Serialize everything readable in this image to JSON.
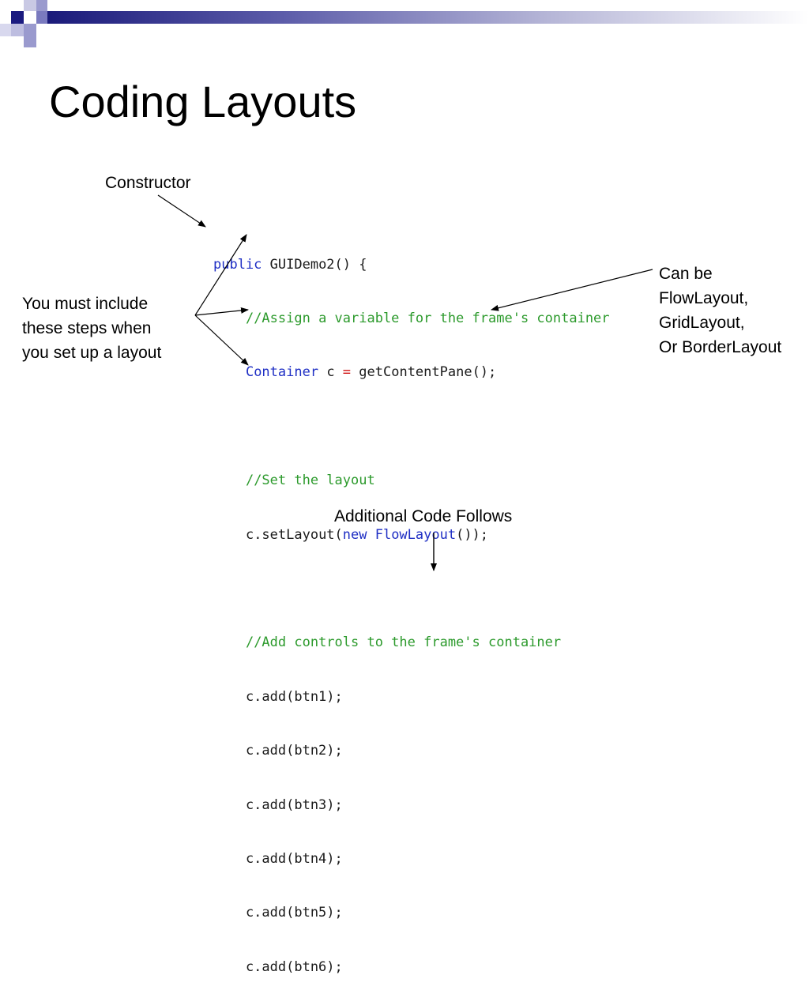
{
  "slide": {
    "title": "Coding Layouts",
    "annotations": {
      "constructor": "Constructor",
      "steps": [
        "You must include",
        "these steps when",
        "you set up a layout"
      ],
      "layouts": [
        "Can be",
        "FlowLayout,",
        "GridLayout,",
        "Or BorderLayout"
      ],
      "additional": "Additional Code Follows"
    },
    "code": {
      "line1": {
        "keyword": "public",
        "rest": " GUIDemo2() {"
      },
      "line2": {
        "indent": "    ",
        "comment": "//Assign a variable for the frame's container"
      },
      "line3": {
        "indent": "    ",
        "type": "Container",
        "var": " c ",
        "op": "=",
        "rest": " getContentPane();"
      },
      "line4": {
        "indent": "    ",
        "comment": "//Set the layout"
      },
      "line5": {
        "indent": "    ",
        "pre": "c.setLayout(",
        "keyword": "new FlowLayout",
        "post": "());"
      },
      "line6": {
        "indent": "    ",
        "comment": "//Add controls to the frame's container"
      },
      "adds": [
        "    c.add(btn1);",
        "    c.add(btn2);",
        "    c.add(btn3);",
        "    c.add(btn4);",
        "    c.add(btn5);",
        "    c.add(btn6);"
      ]
    },
    "colors": {
      "keyword": "#1f2fc4",
      "comment": "#2c9a2c",
      "operator": "#d01010",
      "header_blue": "#1a1a80"
    }
  }
}
